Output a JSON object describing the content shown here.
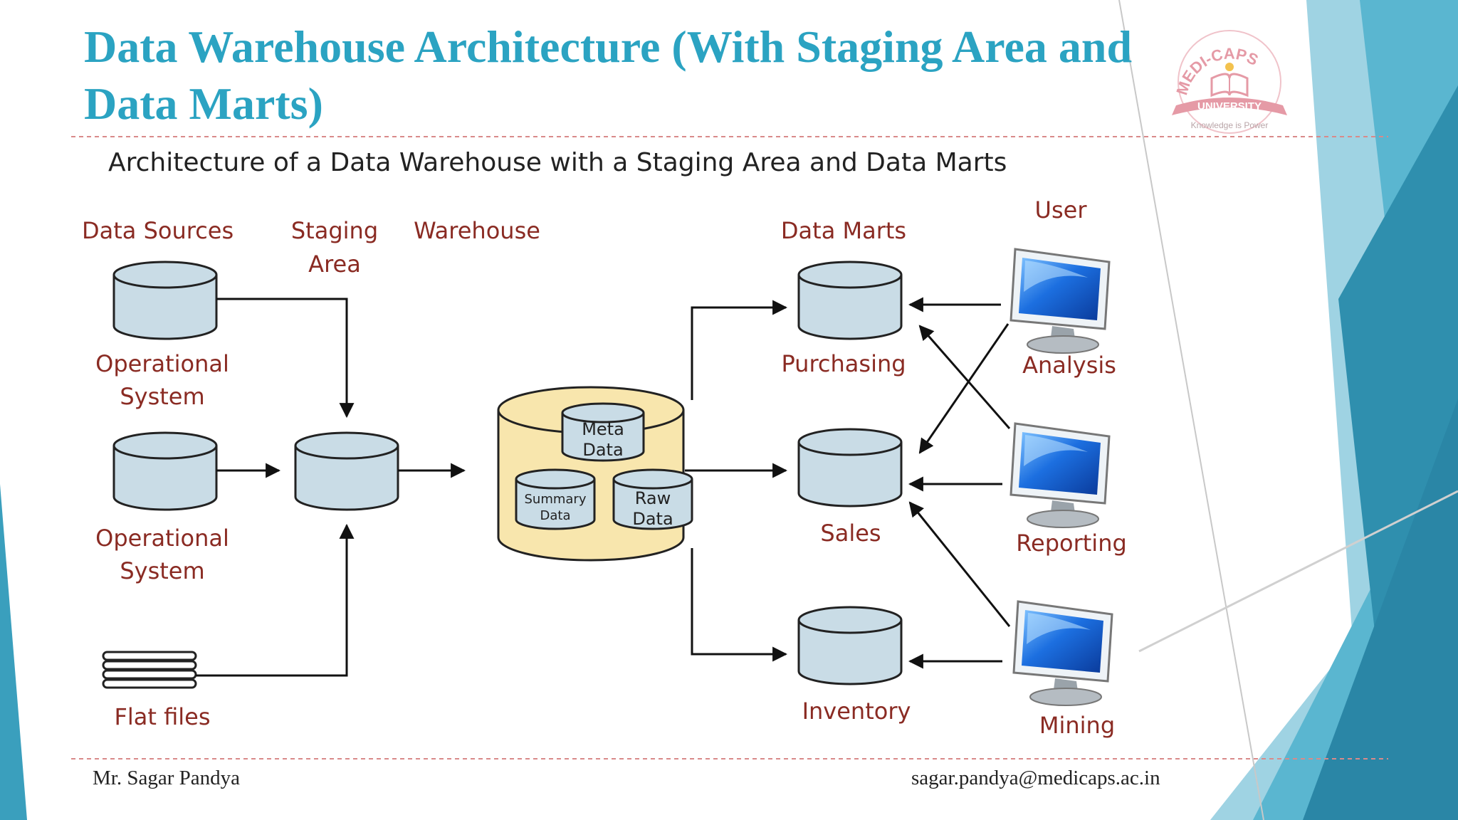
{
  "slide": {
    "title": "Data Warehouse Architecture (With Staging Area and Data Marts)",
    "footer_left": "Mr. Sagar Pandya",
    "footer_right": "sagar.pandya@medicaps.ac.in",
    "accent_color": "#2ba3c2",
    "logo": {
      "name": "MEDI-CAPS",
      "banner": "UNIVERSITY",
      "tagline": "Knowledge is Power",
      "color": "#e59aa6"
    }
  },
  "diagram": {
    "title": "Architecture of a Data Warehouse with a Staging Area and Data Marts",
    "columns": {
      "sources": "Data Sources",
      "staging_1": "Staging",
      "staging_2": "Area",
      "warehouse": "Warehouse",
      "marts": "Data Marts",
      "user": "User"
    },
    "sources": {
      "op1_line1": "Operational",
      "op1_line2": "System",
      "op2_line1": "Operational",
      "op2_line2": "System",
      "flat": "Flat files"
    },
    "warehouse": {
      "meta_1": "Meta",
      "meta_2": "Data",
      "summary_1": "Summary",
      "summary_2": "Data",
      "raw_1": "Raw",
      "raw_2": "Data"
    },
    "marts": {
      "purchasing": "Purchasing",
      "sales": "Sales",
      "inventory": "Inventory"
    },
    "users": {
      "analysis": "Analysis",
      "reporting": "Reporting",
      "mining": "Mining"
    },
    "colors": {
      "cylinder": "#c9dce6",
      "warehouse": "#f8e6ad",
      "label": "#8a2b23",
      "monitor": "#1e6fd6"
    }
  }
}
